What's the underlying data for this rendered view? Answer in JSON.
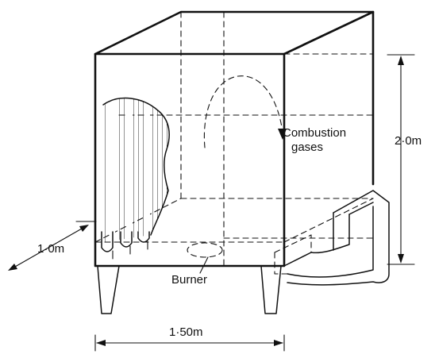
{
  "labels": {
    "combustion_line1": "Combustion",
    "combustion_line2": "gases",
    "height": "2·0m",
    "depth": "1·0m",
    "width": "1·50m",
    "burner": "Burner"
  },
  "colors": {
    "ink": "#111111",
    "background": "#ffffff"
  }
}
